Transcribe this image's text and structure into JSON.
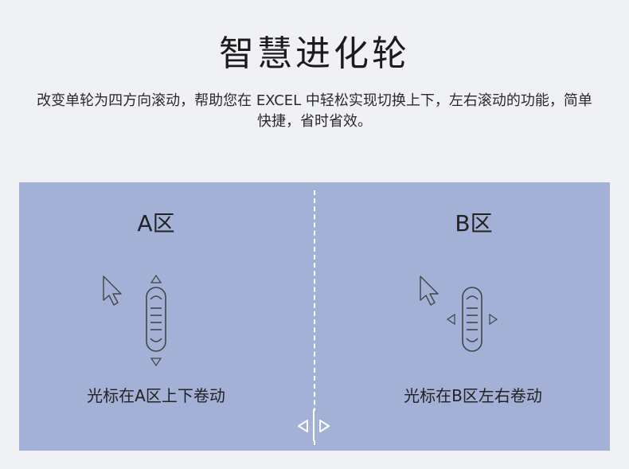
{
  "header": {
    "title": "智慧进化轮",
    "description": "改变单轮为四方向滚动，帮助您在 EXCEL 中轻松实现切换上下，左右滚动的功能，简单快捷，省时省效。"
  },
  "zones": {
    "a": {
      "title": "A区",
      "caption": "光标在A区上下卷动"
    },
    "b": {
      "title": "B区",
      "caption": "光标在B区左右卷动"
    }
  },
  "colors": {
    "page_background": "#f0f1f4",
    "panel_background": "#a3b1d6",
    "divider": "#ffffff",
    "stroke": "#444444"
  },
  "icons": {
    "cursor": "mouse-pointer-icon",
    "wheel": "scroll-wheel-icon",
    "arrow_up": "triangle-up-icon",
    "arrow_down": "triangle-down-icon",
    "arrow_left": "triangle-left-icon",
    "arrow_right": "triangle-right-icon"
  }
}
